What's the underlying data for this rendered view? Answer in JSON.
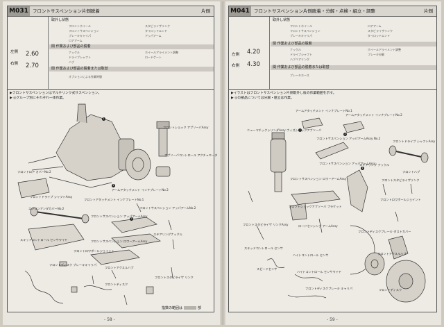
{
  "left_page": {
    "code": "M031",
    "title": "フロントサスペンション片側脱着",
    "side": "片側",
    "positions": [
      {
        "label": "左側",
        "time": "2.60"
      },
      {
        "label": "右側",
        "time": "2.70"
      }
    ],
    "bands": [
      "取外し状態",
      "関 作業および部品の脱着",
      "関 作業および部品の脱着または取替"
    ],
    "items": [
      "フロントホイール",
      "フロントサスペンション",
      "ブレーキキャリパ",
      "ロアアーム",
      "スタビライザリンク",
      "タイロッドエンド",
      "アッパアーム",
      "ナックル",
      "ドライブシャフト",
      "ハブ",
      "ホイールアライメント調整",
      "ロードゲート",
      "オプションによる作業時間"
    ],
    "intro_lines": [
      "▶フロントサスペンションはマルチリンク式サスペンション。",
      "▶ ◎グループ別にそれぞれ一体作業。"
    ],
    "labels": [
      "フロントショック アブソーバAssy",
      "アブソーバコントロール アクチュエータ",
      "フロントロア カバーNo.2",
      "フロントドライブ シャフトAssy",
      "アームアタッチメント インナプレートNo.2",
      "フロントアタッチメント インナプレートNo.1",
      "フロントサスペンション アッパアームNo.2",
      "エンジンアンダカバーNo.2",
      "フロントサスペンション アッパアームAssy",
      "スキッドコントロール センサワイヤ",
      "フロントサスペンション ロワーアームAssy",
      "フロントロワボールジョイント",
      "ステアリングナックル",
      "フロントスタビライザ リンク",
      "フロントディスク ブレーキキャリパ",
      "フロントアクスルハブ",
      "フロントディスク"
    ],
    "footer": "指数の範囲は",
    "footer_end": "部",
    "page_no": "- 58 -"
  },
  "right_page": {
    "code": "M041",
    "title": "フロントサスペンション片側脱着・分解・点検・組立・調整",
    "side": "片側",
    "positions": [
      {
        "label": "左側",
        "time": "4.20"
      },
      {
        "label": "右側",
        "time": "4.30"
      }
    ],
    "bands": [
      "取外し状態",
      "関 作業および部品の脱着",
      "関 作業および部品の脱着または取替"
    ],
    "items": [
      "フロントホイール",
      "フロントサスペンション",
      "ブレーキキャリパ",
      "ロアアーム",
      "スタビライザリンク",
      "タイロッドエンド",
      "ナックル",
      "ドライブシャフト",
      "ハブベアリング",
      "ホイールアライメント調整",
      "ブレーキ分解",
      "ブレーキホース"
    ],
    "intro_lines": [
      "▶イラストはフロントサスペンション片側取外し後の作業範囲を示す。",
      "▶ ◎の部品については分解・組立は作業。"
    ],
    "labels": [
      "アームアタッチメント インナプレートNo.1",
      "アームアタッチメント インナプレートNo.2",
      "ニューマチックシリンダAssy ウィズショックアブソーバ",
      "フロントサスペンション アッパアームAssy No.2",
      "フロントドライブ シャフトAssy",
      "フロントサスペンション アッパアームAssy",
      "ステアリング ナックル",
      "フロントハブ",
      "フロントサスペンション ロワーアームAssy",
      "フロントスタビライザリンク",
      "フロントロワボールジョイント",
      "フロントショックアブソーバ ブラケット",
      "フロントスタビライザ リンクAssy",
      "ロードセンシング アームAssy",
      "スキッドコントロール センサ",
      "ハイトコントロール センサ",
      "フロントディスクブレーキ ダストカバー",
      "フロントアクスルハブ",
      "フロントディスク",
      "フロントディスクブレーキ キャリパ",
      "ハイトコントロール センサワイヤ",
      "スピードセンサ"
    ],
    "page_no": "- 59 -"
  }
}
